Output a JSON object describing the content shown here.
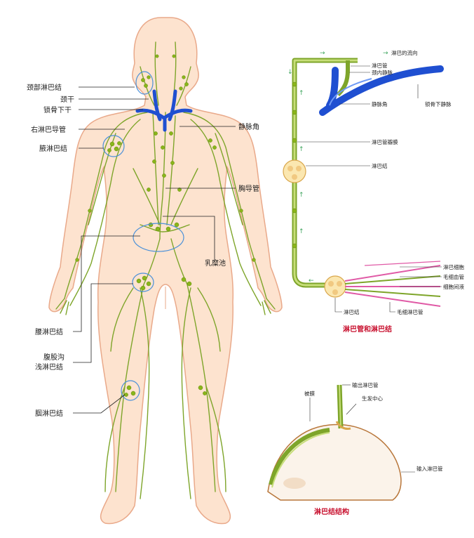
{
  "labels": {
    "neck_nodes": "颈部淋巴结",
    "jugular_trunk": "颈干",
    "subclavian_trunk": "锁骨下干",
    "right_lymph_duct": "右淋巴导管",
    "axillary_nodes": "腋淋巴结",
    "venous_angle": "静脉角",
    "thoracic_duct": "胸导管",
    "cisterna_chyli": "乳糜池",
    "lumbar_nodes": "腰淋巴结",
    "inguinal_line1": "腹股沟",
    "inguinal_line2": "浅淋巴结",
    "popliteal_nodes": "腘淋巴结"
  },
  "vessel_diagram": {
    "flow_legend": "淋巴的流向",
    "lymph_vessel": "淋巴管",
    "internal_jugular_vein": "颈内静脉",
    "venous_angle": "静脉角",
    "subclavian_vein": "锁骨下静脉",
    "valve": "淋巴管瓣膜",
    "lymph_node": "淋巴结",
    "lymph_cells": "淋巴细胞",
    "capillaries": "毛细血管",
    "interstitial_fluid": "细胞间液",
    "lymph_node_bottom": "淋巴结",
    "lymph_capillary": "毛细淋巴管",
    "caption": "淋巴管和淋巴结"
  },
  "structure_diagram": {
    "capsule": "被膜",
    "efferent_vessel": "输出淋巴管",
    "germinal_center": "生发中心",
    "afferent_vessel": "输入淋巴管",
    "caption": "淋巴结结构"
  },
  "colors": {
    "skin": "#fde3cf",
    "skin_outline": "#e9a98a",
    "lymph": "#7ea52a",
    "vein": "#1f4fd1",
    "highlight": "#4a90d9",
    "caption": "#c8102e",
    "pink_line": "#e05aa6"
  }
}
